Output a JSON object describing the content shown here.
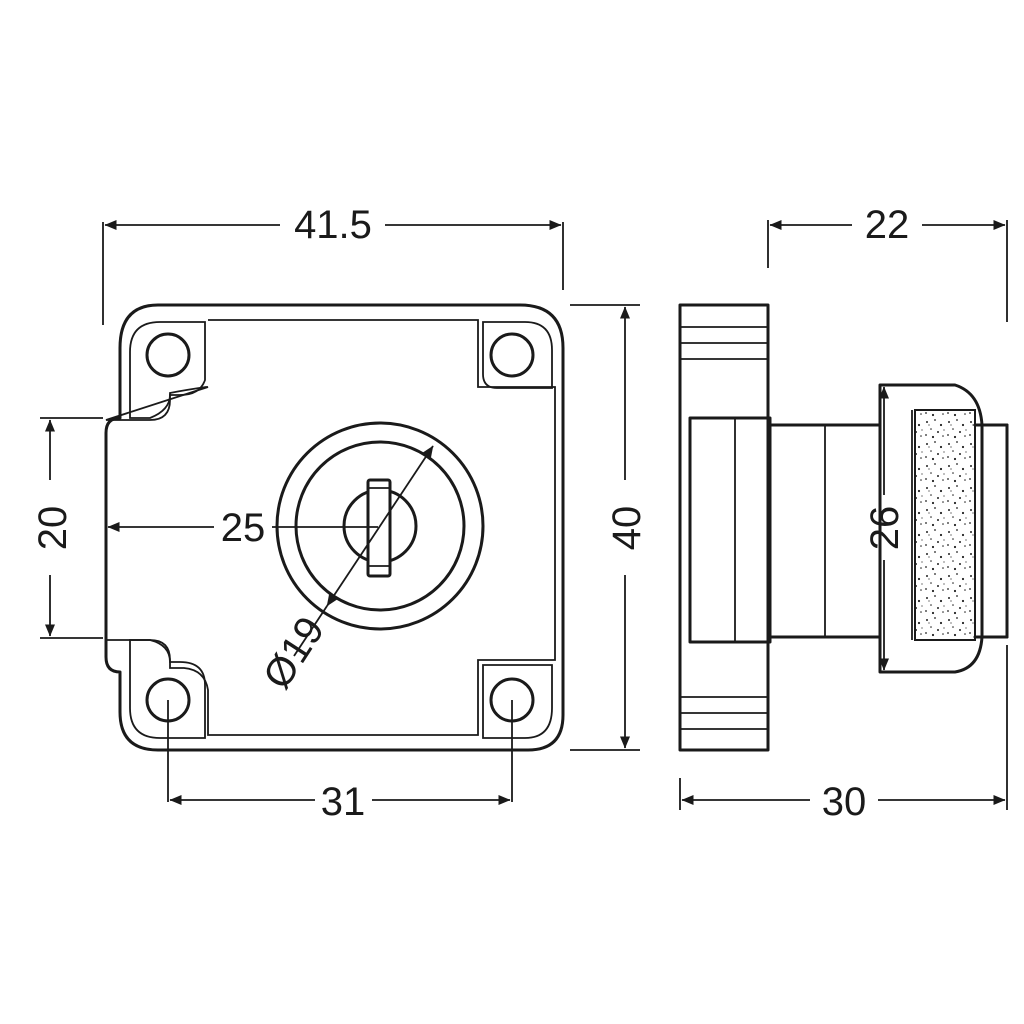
{
  "dimensions": {
    "width_overall": "41.5",
    "height_overall": "40",
    "bolt_offset": "20",
    "backset": "25",
    "cylinder_dia": "Ø19",
    "screw_spacing": "31",
    "depth": "22",
    "bolt_height": "26",
    "total_depth": "30"
  }
}
